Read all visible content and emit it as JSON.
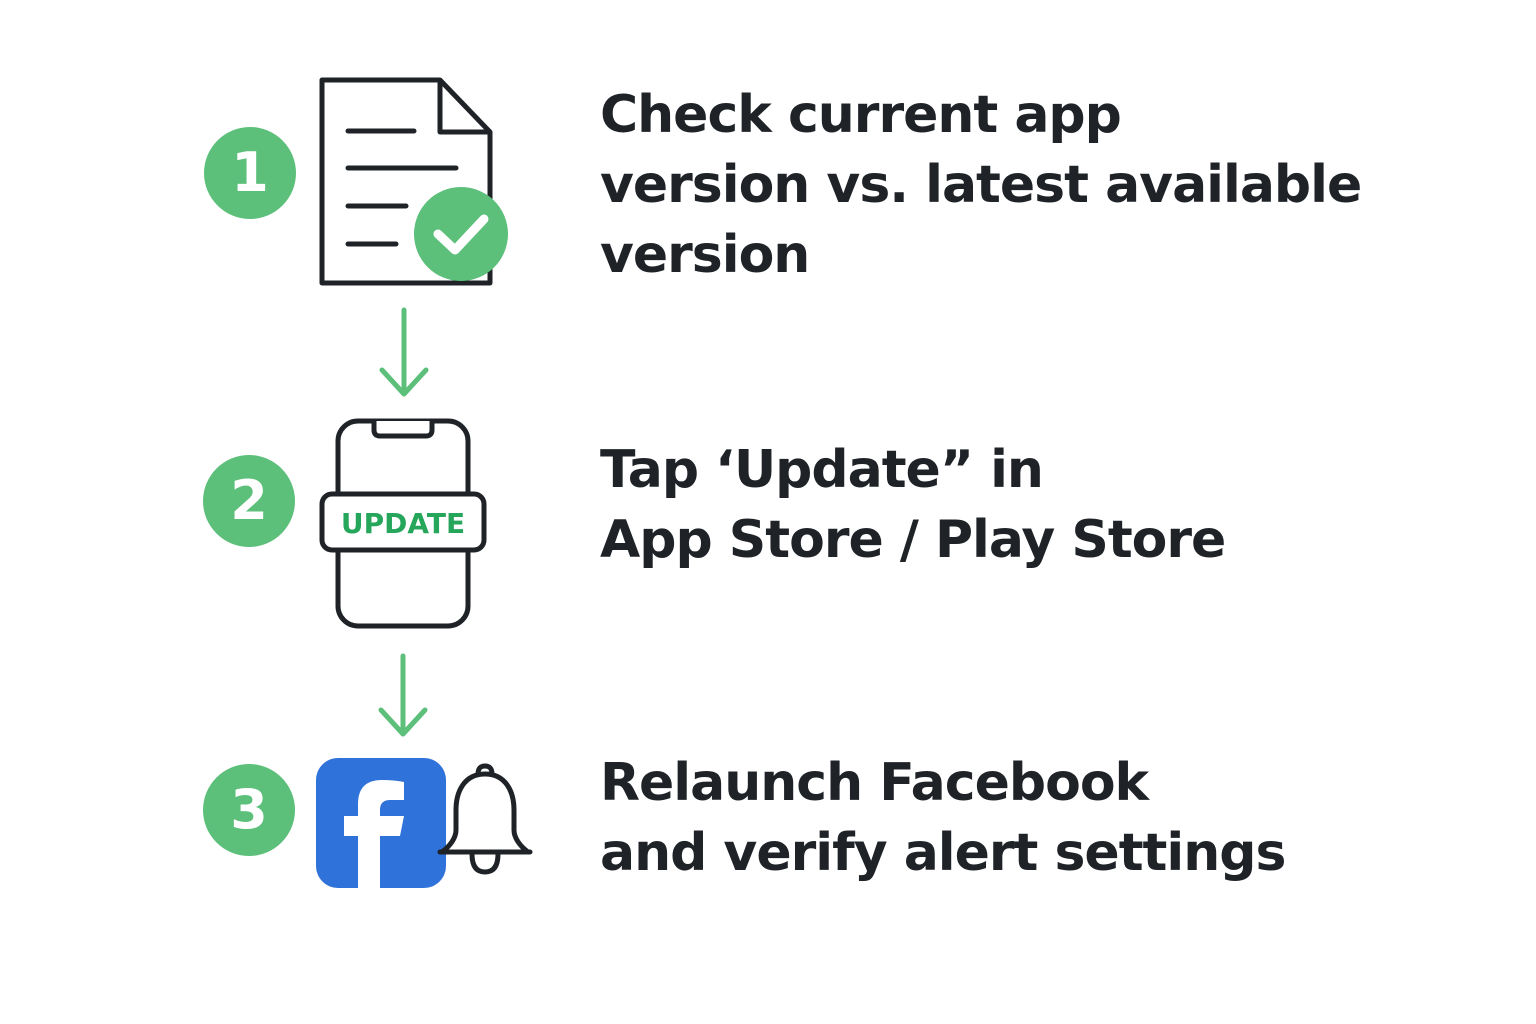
{
  "colors": {
    "accent_green": "#5cbf7a",
    "facebook_blue": "#2f72d9",
    "ink": "#1f2328",
    "update_text": "#26a65b",
    "background": "#ffffff"
  },
  "steps": [
    {
      "number": "1",
      "icon": "document-check-icon",
      "lines": [
        "Check current app",
        "version vs. latest available",
        "version"
      ]
    },
    {
      "number": "2",
      "icon": "phone-update-icon",
      "badge_text": "UPDATE",
      "lines": [
        "Tap ‘Update” in",
        "App Store / Play Store"
      ]
    },
    {
      "number": "3",
      "icon": "facebook-icon",
      "icon_secondary": "bell-icon",
      "lines": [
        "Relaunch Facebook",
        "and verify alert settings"
      ]
    }
  ],
  "connectors": [
    "arrow-down-icon",
    "arrow-down-icon"
  ]
}
